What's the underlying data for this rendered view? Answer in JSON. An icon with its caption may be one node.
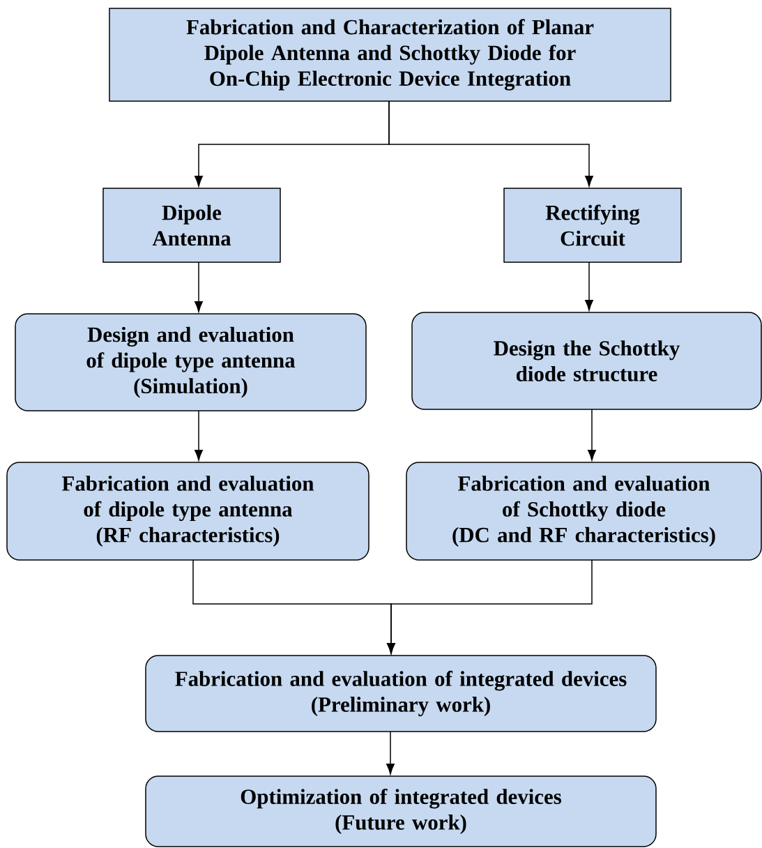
{
  "diagram": {
    "nodes": [
      {
        "text": [
          "Fabrication and Characterization of Planar Dipole Antenna and Schottky Diode for On-Chip Electronic Device Integration"
        ]
      },
      {
        "text": [
          "Dipole Antenna"
        ]
      },
      {
        "text": [
          "Rectifying Circuit"
        ]
      },
      {
        "text": [
          "Design and evaluation of dipole type antenna",
          "(Simulation)"
        ]
      },
      {
        "text": [
          "Design the Schottky diode structure"
        ]
      },
      {
        "text": [
          "Fabrication and evaluation of dipole type antenna",
          "(RF characteristics)"
        ]
      },
      {
        "text": [
          "Fabrication and evaluation of Schottky diode",
          "(DC and RF characteristics)"
        ]
      },
      {
        "text": [
          "Fabrication and evaluation of integrated devices",
          "(Preliminary work)"
        ]
      },
      {
        "text": [
          "Optimization of integrated devices",
          "(Future work)"
        ]
      }
    ],
    "edges": [
      {
        "from": 0,
        "to": 1,
        "arrow": "to"
      },
      {
        "from": 0,
        "to": 2,
        "arrow": "to"
      },
      {
        "from": 1,
        "to": 3,
        "arrow": "to"
      },
      {
        "from": 2,
        "to": 4,
        "arrow": "to"
      },
      {
        "from": 3,
        "to": 5,
        "arrow": "to"
      },
      {
        "from": 4,
        "to": 6,
        "arrow": "to"
      },
      {
        "from": 5,
        "to": 7,
        "arrow": "to"
      },
      {
        "from": 6,
        "to": 7,
        "arrow": "to"
      },
      {
        "from": 7,
        "to": 8,
        "arrow": "to"
      }
    ]
  }
}
